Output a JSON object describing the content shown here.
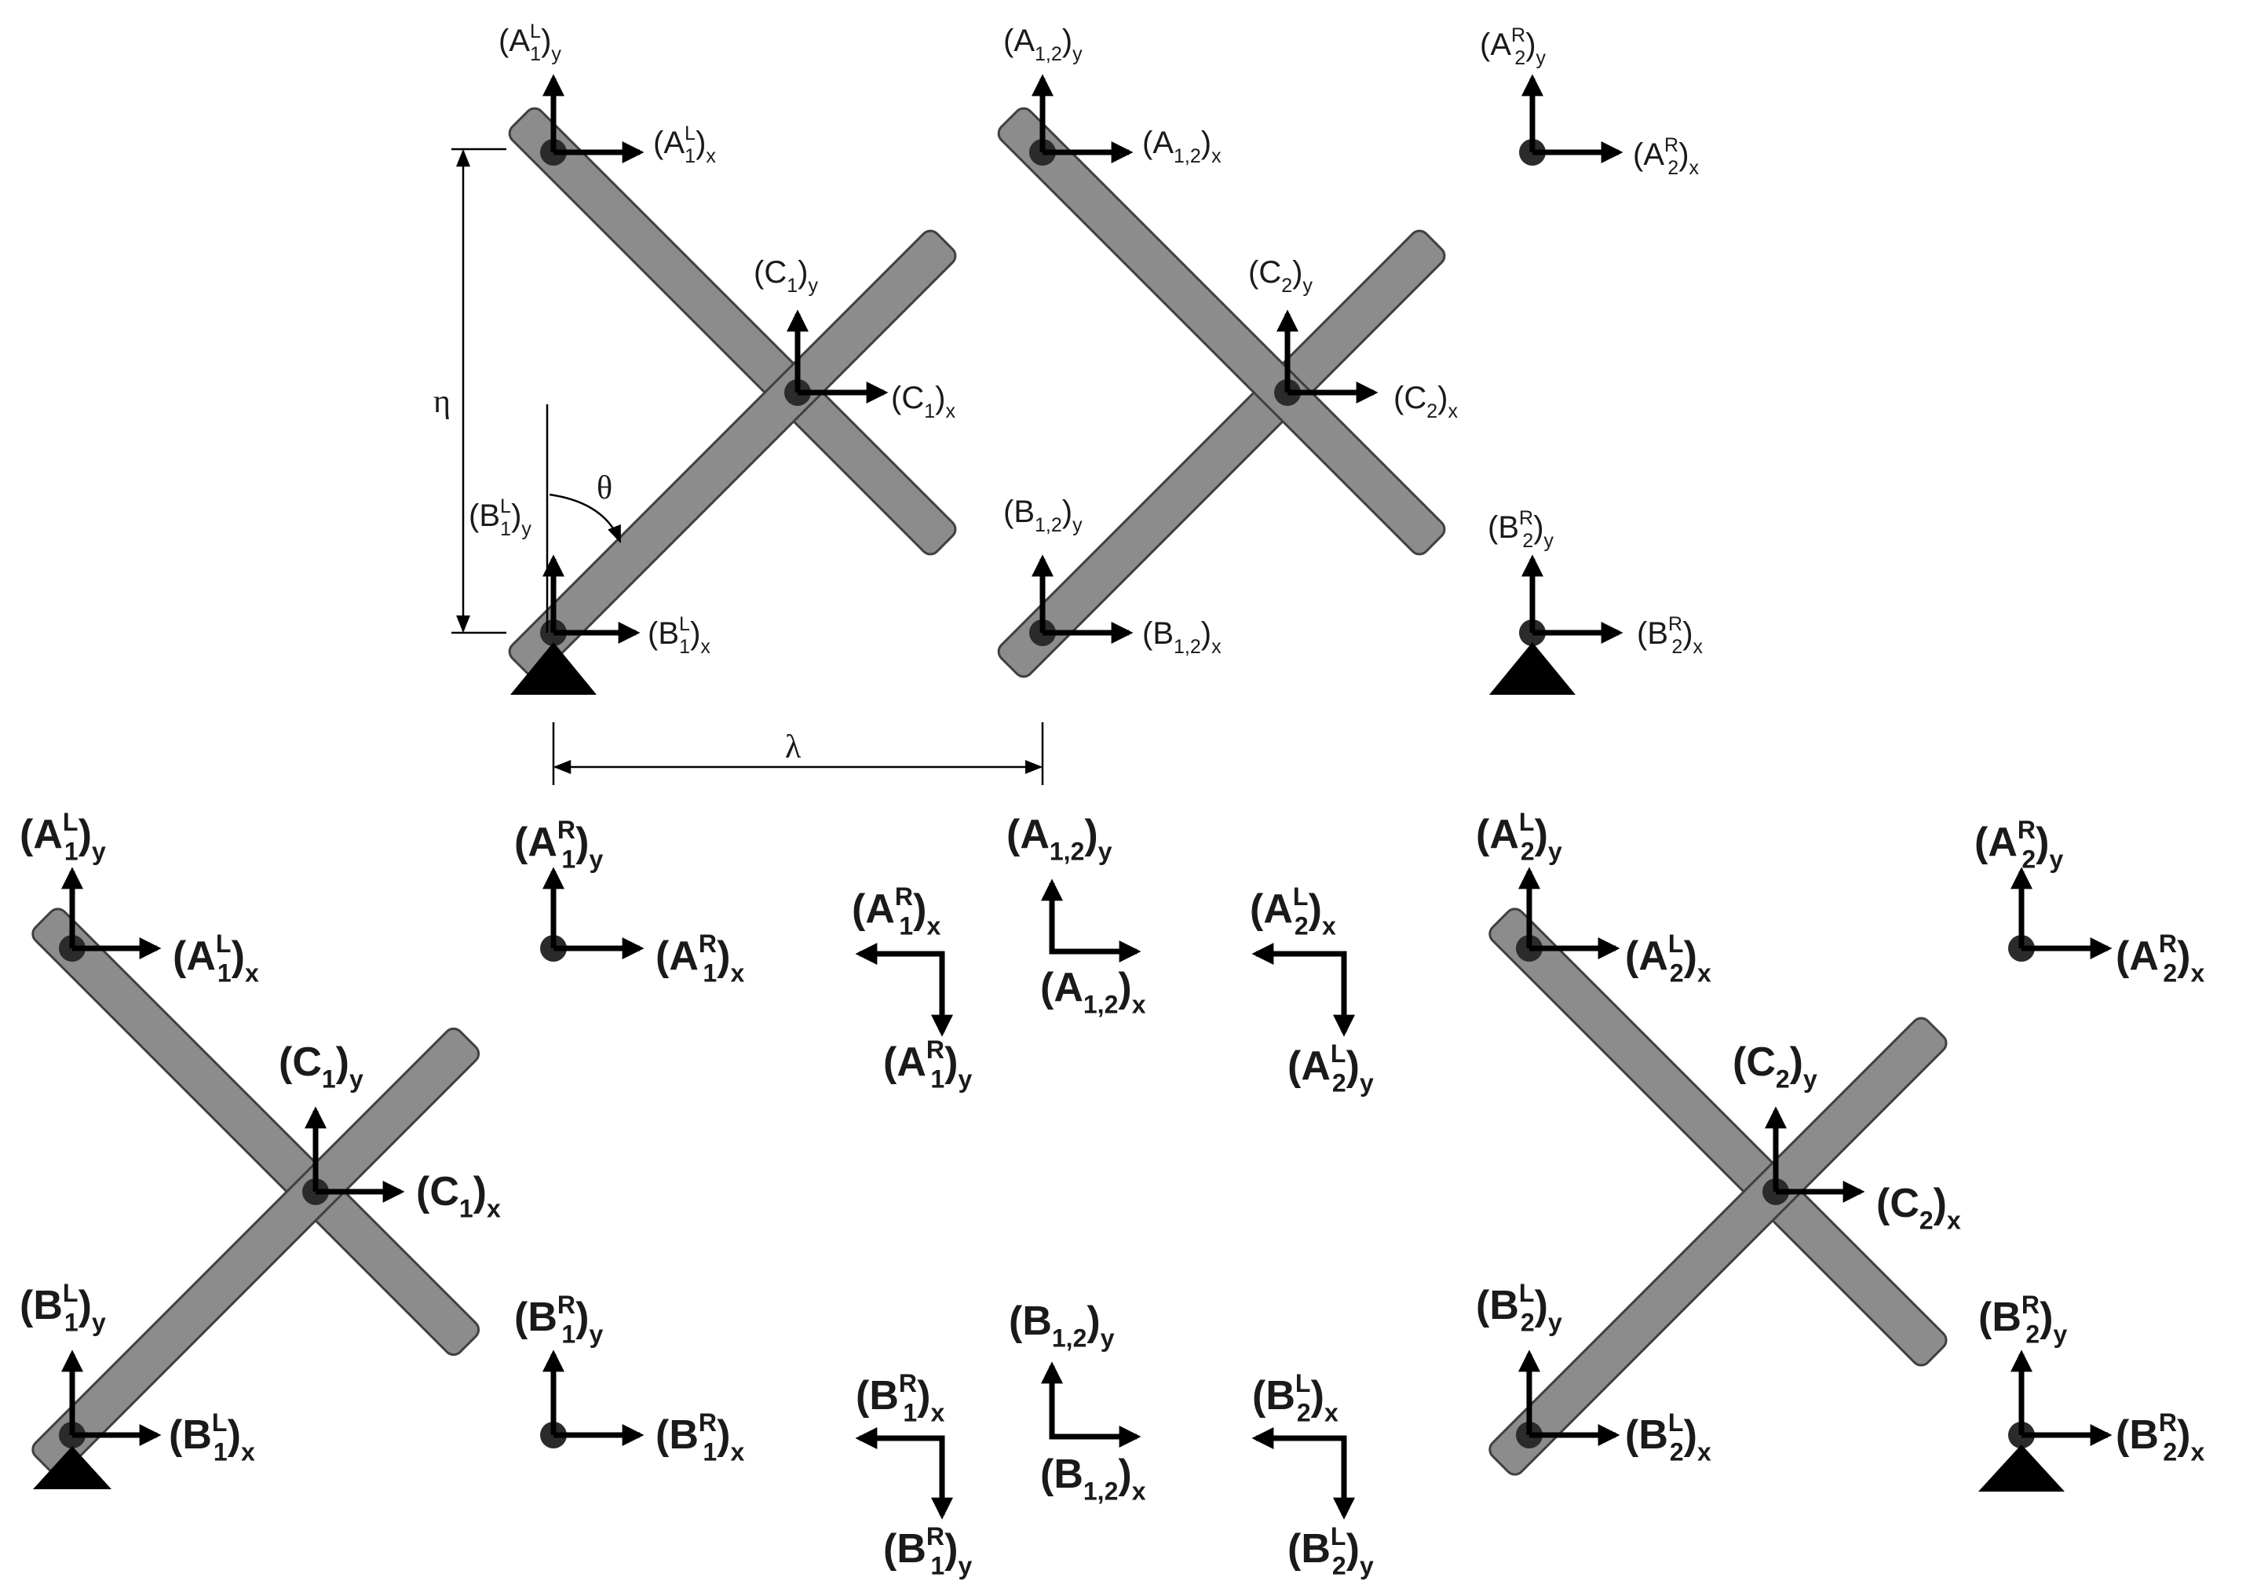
{
  "labels": {
    "AL1y": [
      "(A",
      "L",
      "1",
      ")",
      "y"
    ],
    "AL1x": [
      "(A",
      "L",
      "1",
      ")",
      "x"
    ],
    "A12y": [
      "(A",
      "",
      "1,2",
      ")",
      "y"
    ],
    "A12x": [
      "(A",
      "",
      "1,2",
      ")",
      "x"
    ],
    "AR2y": [
      "(A",
      "R",
      "2",
      ")",
      "y"
    ],
    "AR2x": [
      "(A",
      "R",
      "2",
      ")",
      "x"
    ],
    "C1y": [
      "(C",
      "",
      "1",
      ")",
      "y"
    ],
    "C1x": [
      "(C",
      "",
      "1",
      ")",
      "x"
    ],
    "C2y": [
      "(C",
      "",
      "2",
      ")",
      "y"
    ],
    "C2x": [
      "(C",
      "",
      "2",
      ")",
      "x"
    ],
    "BL1y": [
      "(B",
      "L",
      "1",
      ")",
      "y"
    ],
    "BL1x": [
      "(B",
      "L",
      "1",
      ")",
      "x"
    ],
    "B12y": [
      "(B",
      "",
      "1,2",
      ")",
      "y"
    ],
    "B12x": [
      "(B",
      "",
      "1,2",
      ")",
      "x"
    ],
    "BR2y": [
      "(B",
      "R",
      "2",
      ")",
      "y"
    ],
    "BR2x": [
      "(B",
      "R",
      "2",
      ")",
      "x"
    ],
    "AR1y": [
      "(A",
      "R",
      "1",
      ")",
      "y"
    ],
    "AR1x": [
      "(A",
      "R",
      "1",
      ")",
      "x"
    ],
    "AL2y": [
      "(A",
      "L",
      "2",
      ")",
      "y"
    ],
    "AL2x": [
      "(A",
      "L",
      "2",
      ")",
      "x"
    ],
    "BR1y": [
      "(B",
      "R",
      "1",
      ")",
      "y"
    ],
    "BR1x": [
      "(B",
      "R",
      "1",
      ")",
      "x"
    ],
    "BL2y": [
      "(B",
      "L",
      "2",
      ")",
      "y"
    ],
    "BL2x": [
      "(B",
      "L",
      "2",
      ")",
      "x"
    ]
  },
  "symbols": {
    "eta": "η",
    "theta": "θ",
    "lambda": "λ"
  }
}
